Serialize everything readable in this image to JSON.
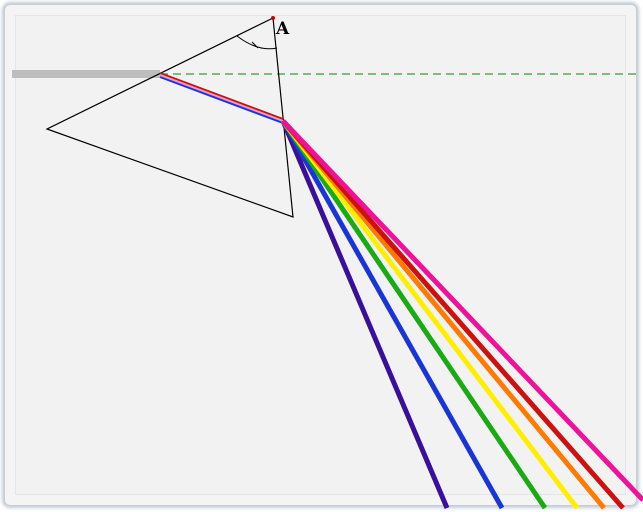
{
  "diagram": {
    "apex_label": "A",
    "colors": {
      "incident_beam": "#bdbdbd",
      "normal_line": "#4caf50",
      "prism_edge": "#000000",
      "apex_dot": "#cc0000"
    },
    "spectrum": [
      {
        "name": "red-ray",
        "color": "#cc1111"
      },
      {
        "name": "orange-ray",
        "color": "#ff7a00"
      },
      {
        "name": "yellow-ray",
        "color": "#ffee00"
      },
      {
        "name": "green-ray",
        "color": "#1aaa14"
      },
      {
        "name": "blue-ray",
        "color": "#1a35d6"
      },
      {
        "name": "violet-ray",
        "color": "#3a0f99"
      },
      {
        "name": "magenta-ray",
        "color": "#ee1199"
      }
    ]
  }
}
